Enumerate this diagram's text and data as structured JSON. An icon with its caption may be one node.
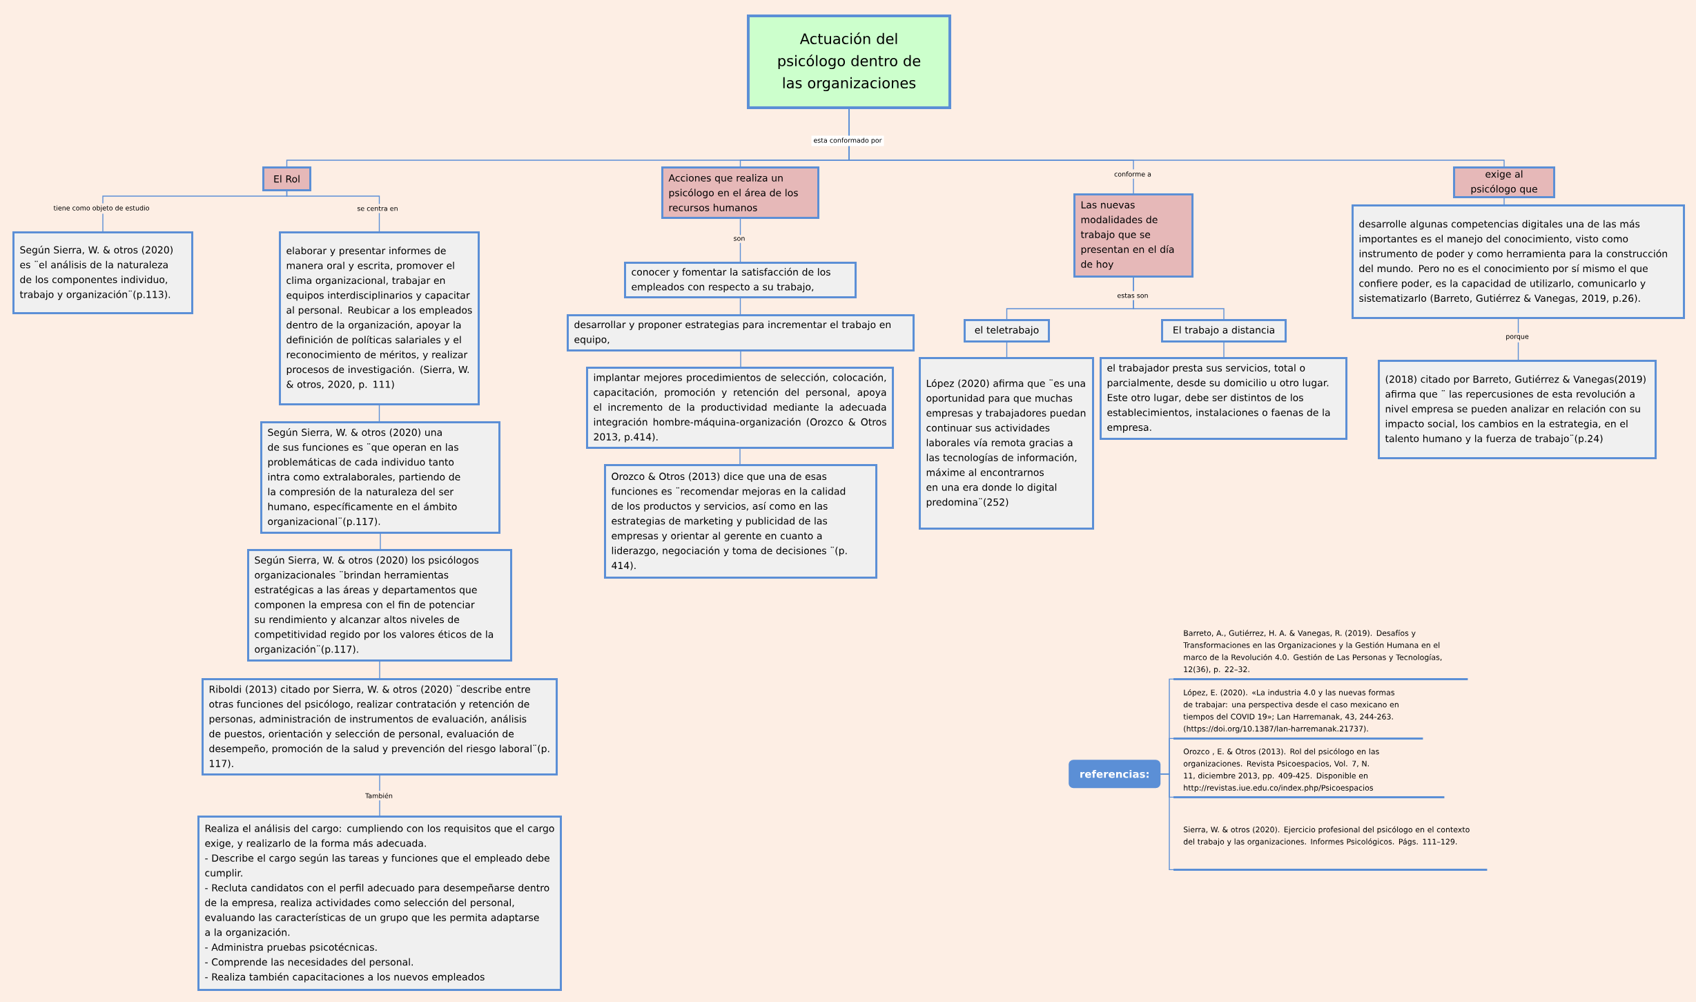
{
  "diagram": {
    "nodes": [
      {
        "text": [
          "Actuación del psicólogo dentro de las organizaciones"
        ]
      },
      {
        "text": [
          "El Rol"
        ]
      },
      {
        "text": [
          "Acciones que realiza un psicólogo en el área de los recursos humanos"
        ]
      },
      {
        "text": [
          "Las nuevas modalidades de trabajo que se presentan en el día de hoy"
        ]
      },
      {
        "text": [
          "exige al psicólogo que"
        ]
      },
      {
        "text": [
          "Según Sierra, W. & otros (2020) es ¨el análisis de la naturaleza de los componentes individuo, trabajo y organización¨(p.113)."
        ]
      },
      {
        "text": [
          "elaborar y presentar informes de manera oral y escrita, promover el clima organizacional, trabajar en equipos interdisciplinarios y capacitar al personal. Reubicar a los empleados dentro de la organización, apoyar la definición de políticas salariales y el reconocimiento de méritos, y realizar procesos de investigación. (Sierra, W. & otros, 2020, p. 111)"
        ]
      },
      {
        "text": [
          "Según Sierra, W. & otros (2020) una de sus funciones es ¨que operan en las problemáticas de cada individuo tanto intra como extralaborales, partiendo de la compresión de la naturaleza del ser humano, específicamente en el ámbito organizacional¨(p.117)."
        ]
      },
      {
        "text": [
          "Según Sierra, W. & otros (2020) los psicólogos organizacionales ¨brindan herramientas estratégicas a las áreas y departamentos que componen la empresa con el fin de potenciar su rendimiento y alcanzar altos niveles de competitividad regido por los valores éticos de la organización¨(p.117)."
        ]
      },
      {
        "text": [
          "Riboldi (2013) citado por Sierra, W. & otros (2020) ¨describe entre otras funciones del psicólogo, realizar contratación y retención de personas, administración de instrumentos de evaluación, análisis de puestos, orientación y selección de personal, evaluación de desempeño, promoción de la salud y prevención del riesgo laboral¨(p. 117)."
        ]
      },
      {
        "text": [
          "Realiza el análisis del cargo: cumpliendo con los requisitos que el cargo exige, y realizarlo de la forma más adecuada.",
          "- Describe el cargo según las tareas y funciones que el empleado debe cumplir.",
          "- Recluta candidatos con el perfil adecuado para desempeñarse dentro de la empresa, realiza actividades como selección del personal, evaluando las características de un grupo que les permita adaptarse a la organización.",
          "- Administra pruebas psicotécnicas.",
          "- Comprende las necesidades del personal.",
          "- Realiza también capacitaciones a los nuevos empleados"
        ]
      },
      {
        "text": [
          "conocer y fomentar la satisfacción de los empleados con respecto a su trabajo,"
        ]
      },
      {
        "text": [
          "desarrollar y proponer estrategias para incrementar el trabajo en equipo,"
        ]
      },
      {
        "text": [
          "implantar mejores procedimientos de selección, colocación, capacitación, promoción y retención del personal, apoya el incremento de la productividad mediante la adecuada integración hombre-máquina-organización (Orozco & Otros 2013, p.414)."
        ]
      },
      {
        "text": [
          "Orozco & Otros (2013) dice que una de esas funciones es ¨recomendar mejoras en la calidad de los productos y servicios, así como en las estrategias de marketing y publicidad de las empresas y orientar al gerente en cuanto a liderazgo, negociación y toma de decisiones ¨(p. 414)."
        ]
      },
      {
        "text": [
          "el teletrabajo"
        ]
      },
      {
        "text": [
          "El trabajo a distancia"
        ]
      },
      {
        "text": [
          "López (2020) afirma que ¨es una oportunidad para que muchas empresas y trabajadores puedan continuar sus actividades laborales vía remota gracias a las tecnologías de información, máxime al encontrarnos en una era donde lo digital predomina¨(252)"
        ]
      },
      {
        "text": [
          "el trabajador presta sus servicios, total o parcialmente, desde su domicilio u otro lugar. Este otro lugar, debe ser distintos de los establecimientos, instalaciones o faenas de la empresa."
        ]
      },
      {
        "text": [
          "desarrolle algunas competencias digitales una de las más importantes es el manejo del conocimiento, visto como instrumento de poder y como herramienta para la construcción del mundo. Pero no es el conocimiento por sí mismo el que confiere poder, es la capacidad de utilizarlo, comunicarlo y sistematizarlo (Barreto, Gutiérrez & Vanegas, 2019, p.26)."
        ]
      },
      {
        "text": [
          "(2018) citado por Barreto, Gutiérrez & Vanegas(2019) afirma que ¨ las repercusiones de esta revolución a nivel empresa se pueden analizar en relación con su impacto social, los cambios en la estrategia, en el talento humano y la fuerza de trabajo¨(p.24)"
        ]
      },
      {
        "text": [
          "referencias:"
        ]
      },
      {
        "text": [
          "Barreto, A., Gutiérrez, H. A. & Vanegas, R. (2019). Desafíos y Transformaciones en las Organizaciones y la Gestión Humana en el marco de la Revolución 4.0. Gestión de Las Personas y Tecnologías, 12(36), p. 22–32."
        ]
      },
      {
        "text": [
          "López, E. (2020). «La industria 4.0 y las nuevas formas de trabajar: una perspectiva desde el caso mexicano en tiempos del COVID 19»; Lan Harremanak, 43, 244-263. (https://doi.org/10.1387/lan-harremanak.21737)."
        ]
      },
      {
        "text": [
          "Orozco , E. & Otros (2013). Rol del psicólogo en las organizaciones. Revista Psicoespacios, Vol. 7, N. 11, diciembre 2013, pp. 409-425. Disponible en http://revistas.iue.edu.co/index.php/Psicoespacios"
        ]
      },
      {
        "text": [
          "Sierra, W. & otros (2020). Ejercicio profesional del psicólogo en el contexto del trabajo y las organizaciones. Informes Psicológicos. Págs. 111–129."
        ]
      }
    ],
    "edges": [
      {
        "from": 0,
        "to": 1,
        "arrow": "none",
        "label": "esta conformado por"
      },
      {
        "from": 0,
        "to": 2,
        "arrow": "none"
      },
      {
        "from": 0,
        "to": 3,
        "arrow": "none",
        "label": "conforme a"
      },
      {
        "from": 0,
        "to": 4,
        "arrow": "none"
      },
      {
        "from": 1,
        "to": 5,
        "arrow": "none",
        "label": "tiene como objeto de estudio"
      },
      {
        "from": 1,
        "to": 6,
        "arrow": "none",
        "label": "se centra en"
      },
      {
        "from": 6,
        "to": 7,
        "arrow": "none"
      },
      {
        "from": 7,
        "to": 8,
        "arrow": "none"
      },
      {
        "from": 8,
        "to": 9,
        "arrow": "none"
      },
      {
        "from": 9,
        "to": 10,
        "arrow": "none",
        "label": "También"
      },
      {
        "from": 2,
        "to": 11,
        "arrow": "none",
        "label": "son"
      },
      {
        "from": 11,
        "to": 12,
        "arrow": "none"
      },
      {
        "from": 12,
        "to": 13,
        "arrow": "none"
      },
      {
        "from": 13,
        "to": 14,
        "arrow": "none"
      },
      {
        "from": 3,
        "to": 15,
        "arrow": "none",
        "label": "estas son"
      },
      {
        "from": 3,
        "to": 16,
        "arrow": "none"
      },
      {
        "from": 15,
        "to": 17,
        "arrow": "none"
      },
      {
        "from": 16,
        "to": 18,
        "arrow": "none"
      },
      {
        "from": 4,
        "to": 19,
        "arrow": "none"
      },
      {
        "from": 19,
        "to": 20,
        "arrow": "none",
        "label": "porque"
      },
      {
        "from": 21,
        "to": 22,
        "arrow": "none"
      },
      {
        "from": 21,
        "to": 23,
        "arrow": "none"
      },
      {
        "from": 21,
        "to": 24,
        "arrow": "none"
      },
      {
        "from": 21,
        "to": 25,
        "arrow": "none"
      }
    ]
  }
}
